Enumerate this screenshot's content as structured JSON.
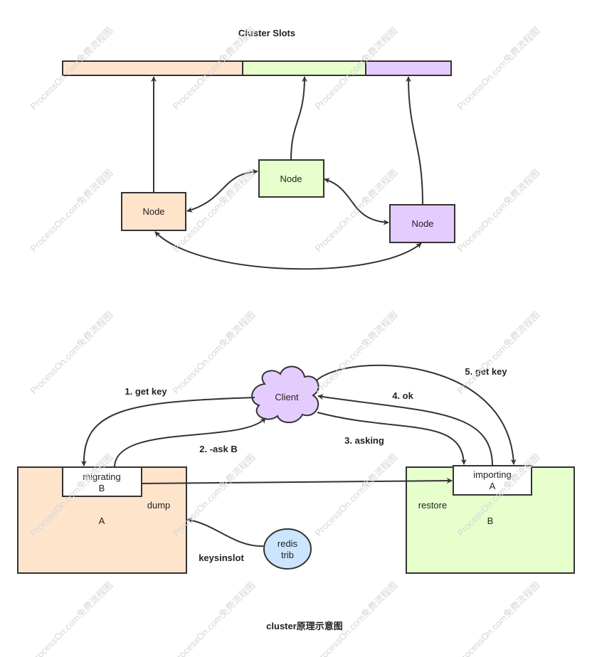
{
  "top": {
    "title": "Cluster Slots",
    "node_label": "Node",
    "colors": {
      "orange": "#ffe4cc",
      "green": "#e6ffcc",
      "purple": "#e5ccff"
    }
  },
  "bottom": {
    "steps": {
      "get_key_1": "1. get key",
      "ask_b": "2. -ask B",
      "asking": "3. asking",
      "ok": "4. ok",
      "get_key_5": "5. get key",
      "keysinslot": "keysinslot"
    },
    "client": {
      "label": "Client",
      "color": "#e5ccff"
    },
    "node_a": {
      "name": "A",
      "color": "#ffe4cc",
      "slot_box": {
        "line1": "migrating",
        "line2": "B"
      },
      "action": "dump"
    },
    "node_b": {
      "name": "B",
      "color": "#e6ffcc",
      "slot_box": {
        "line1": "importing",
        "line2": "A"
      },
      "action": "restore"
    },
    "redis_trib": {
      "line1": "redis",
      "line2": "trib",
      "color": "#cce5ff"
    }
  },
  "caption": "cluster原理示意图",
  "watermark": "ProcessOn.com免费流程图"
}
